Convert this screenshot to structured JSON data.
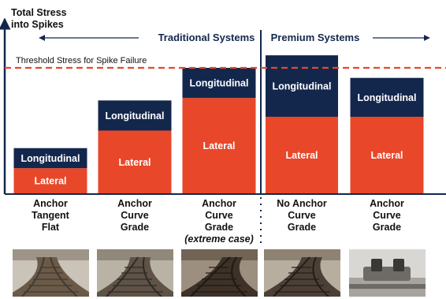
{
  "chart_data": {
    "type": "bar",
    "stacked": true,
    "ylabel": "Total Stress into Spikes",
    "threshold": {
      "label": "Threshold Stress for Spike Failure",
      "value": 100,
      "color": "#e8472a"
    },
    "ylim": [
      0,
      100
    ],
    "groups": [
      {
        "label": "Traditional Systems",
        "start": 0,
        "end": 2
      },
      {
        "label": "Premium Systems",
        "start": 3,
        "end": 4
      }
    ],
    "categories": [
      {
        "lines": [
          "Anchor",
          "Tangent",
          "Flat"
        ],
        "note": ""
      },
      {
        "lines": [
          "Anchor",
          "Curve",
          "Grade"
        ],
        "note": ""
      },
      {
        "lines": [
          "Anchor",
          "Curve",
          "Grade"
        ],
        "note": "(extreme case)"
      },
      {
        "lines": [
          "No Anchor",
          "Curve",
          "Grade"
        ],
        "note": ""
      },
      {
        "lines": [
          "Anchor",
          "Curve",
          "Grade"
        ],
        "note": ""
      }
    ],
    "series": [
      {
        "name": "Lateral",
        "color": "#e8472a",
        "values": [
          20,
          50,
          76,
          61,
          61
        ]
      },
      {
        "name": "Longitudinal",
        "color": "#13274d",
        "values": [
          16,
          24,
          24,
          49,
          31
        ]
      }
    ]
  },
  "photos": [
    {
      "name": "tangent-flat-track-photo"
    },
    {
      "name": "curve-grade-track-photo"
    },
    {
      "name": "extreme-curve-track-photo"
    },
    {
      "name": "no-anchor-curve-track-photo"
    },
    {
      "name": "anchor-closeup-photo"
    }
  ]
}
